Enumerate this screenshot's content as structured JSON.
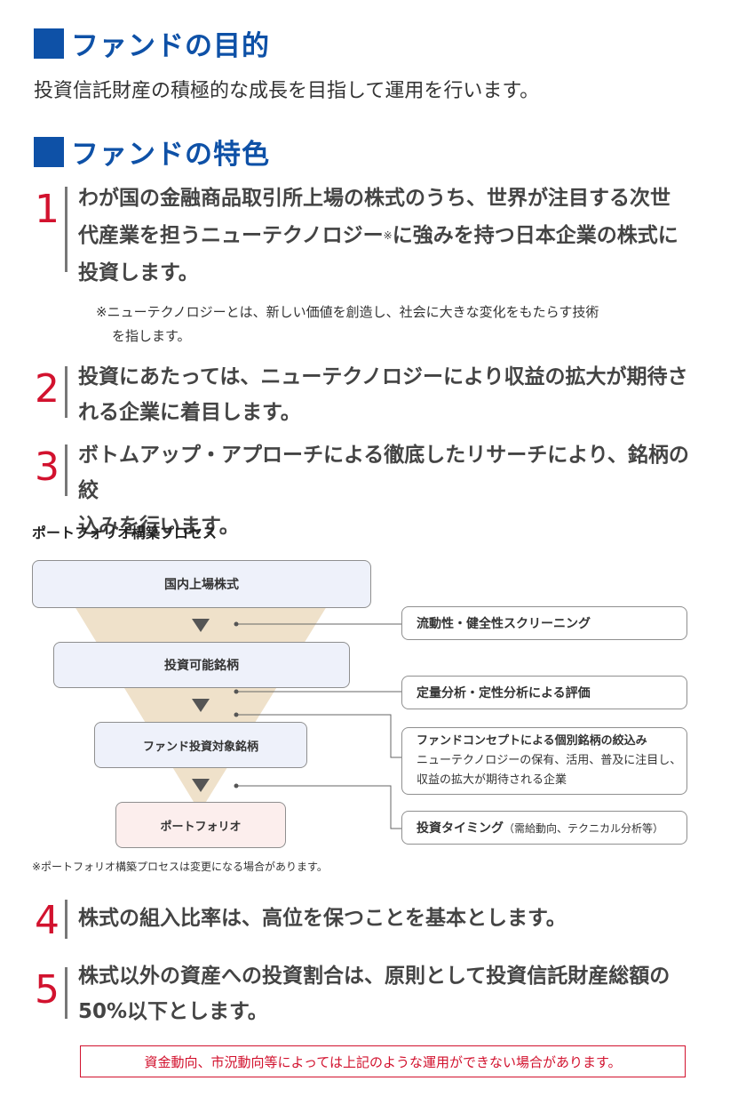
{
  "purpose": {
    "title": "ファンドの目的",
    "text": "投資信託財産の積極的な成長を目指して運用を行います。"
  },
  "features": {
    "title": "ファンドの特色",
    "items": [
      {
        "num": "1",
        "lines": [
          "わが国の金融商品取引所上場の株式のうち、世界が注目する次世",
          "代産業を担うニューテクノロジー",
          "に強みを持つ日本企業の株式に",
          "投資します。"
        ],
        "sup": "※"
      },
      {
        "num": "2",
        "lines": [
          "投資にあたっては、ニューテクノロジーにより収益の拡大が期待さ",
          "れる企業に着目します。"
        ]
      },
      {
        "num": "3",
        "lines": [
          "ボトムアップ・アプローチによる徹底したリサーチにより、銘柄の絞",
          "込みを行います。"
        ]
      },
      {
        "num": "4",
        "lines": [
          "株式の組入比率は、高位を保つことを基本とします。"
        ]
      },
      {
        "num": "5",
        "lines": [
          "株式以外の資産への投資割合は、原則として投資信託財産総額の",
          "50%以下とします。"
        ]
      }
    ],
    "note_lines": [
      "※ニューテクノロジーとは、新しい価値を創造し、社会に大きな変化をもたらす技術",
      "を指します。"
    ]
  },
  "process": {
    "title": "ポートフォリオ構築プロセス",
    "stages": [
      "国内上場株式",
      "投資可能銘柄",
      "ファンド投資対象銘柄",
      "ポートフォリオ"
    ],
    "criteria": [
      {
        "title": "流動性・健全性スクリーニング"
      },
      {
        "title": "定量分析・定性分析による評価"
      },
      {
        "title": "ファンドコンセプトによる個別銘柄の絞込み",
        "sub": [
          "ニューテクノロジーの保有、活用、普及に注目し、",
          "収益の拡大が期待される企業"
        ]
      },
      {
        "title": "投資タイミング",
        "suffix": "（需給動向、テクニカル分析等）"
      }
    ],
    "note": "※ポートフォリオ構築プロセスは変更になる場合があります。"
  },
  "warning": "資金動向、市況動向等によっては上記のような運用ができない場合があります。",
  "colors": {
    "brand_blue": "#0e51a7",
    "accent_red": "#d2122e",
    "funnel": "#efe1ca"
  }
}
